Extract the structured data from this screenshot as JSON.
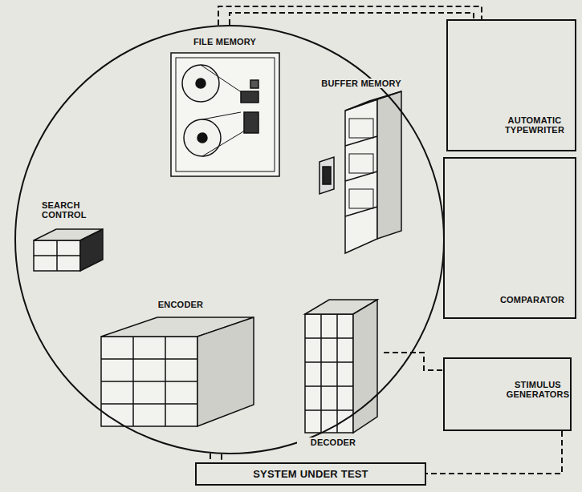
{
  "diagram": {
    "nodes": [
      {
        "text": []
      },
      {
        "text": [
          "FILE MEMORY"
        ],
        "in": 0
      },
      {
        "text": [
          "BUFFER MEMORY"
        ],
        "in": 0
      },
      {
        "text": [
          "SEARCH CONTROL"
        ],
        "in": 0
      },
      {
        "text": [
          "ENCODER"
        ],
        "in": 0
      },
      {
        "text": [
          "DECODER"
        ],
        "in": 0
      },
      {
        "text": [
          "AUTOMATIC TYPEWRITER"
        ]
      },
      {
        "text": [
          "COMPARATOR"
        ]
      },
      {
        "text": [
          "STIMULUS GENERATORS"
        ]
      },
      {
        "text": [
          "SYSTEM UNDER TEST"
        ]
      }
    ],
    "edges": [
      {
        "from": 0,
        "to": 6,
        "arrow": "none"
      },
      {
        "from": 0,
        "to": 6,
        "arrow": "none"
      },
      {
        "from": 0,
        "to": 7,
        "arrow": "none"
      },
      {
        "from": 0,
        "to": 7,
        "arrow": "none"
      },
      {
        "from": 5,
        "to": 8,
        "arrow": "none"
      },
      {
        "from": 0,
        "to": 9,
        "arrow": "none"
      },
      {
        "from": 0,
        "to": 9,
        "arrow": "none"
      },
      {
        "from": 8,
        "to": 9,
        "arrow": "none"
      }
    ]
  }
}
